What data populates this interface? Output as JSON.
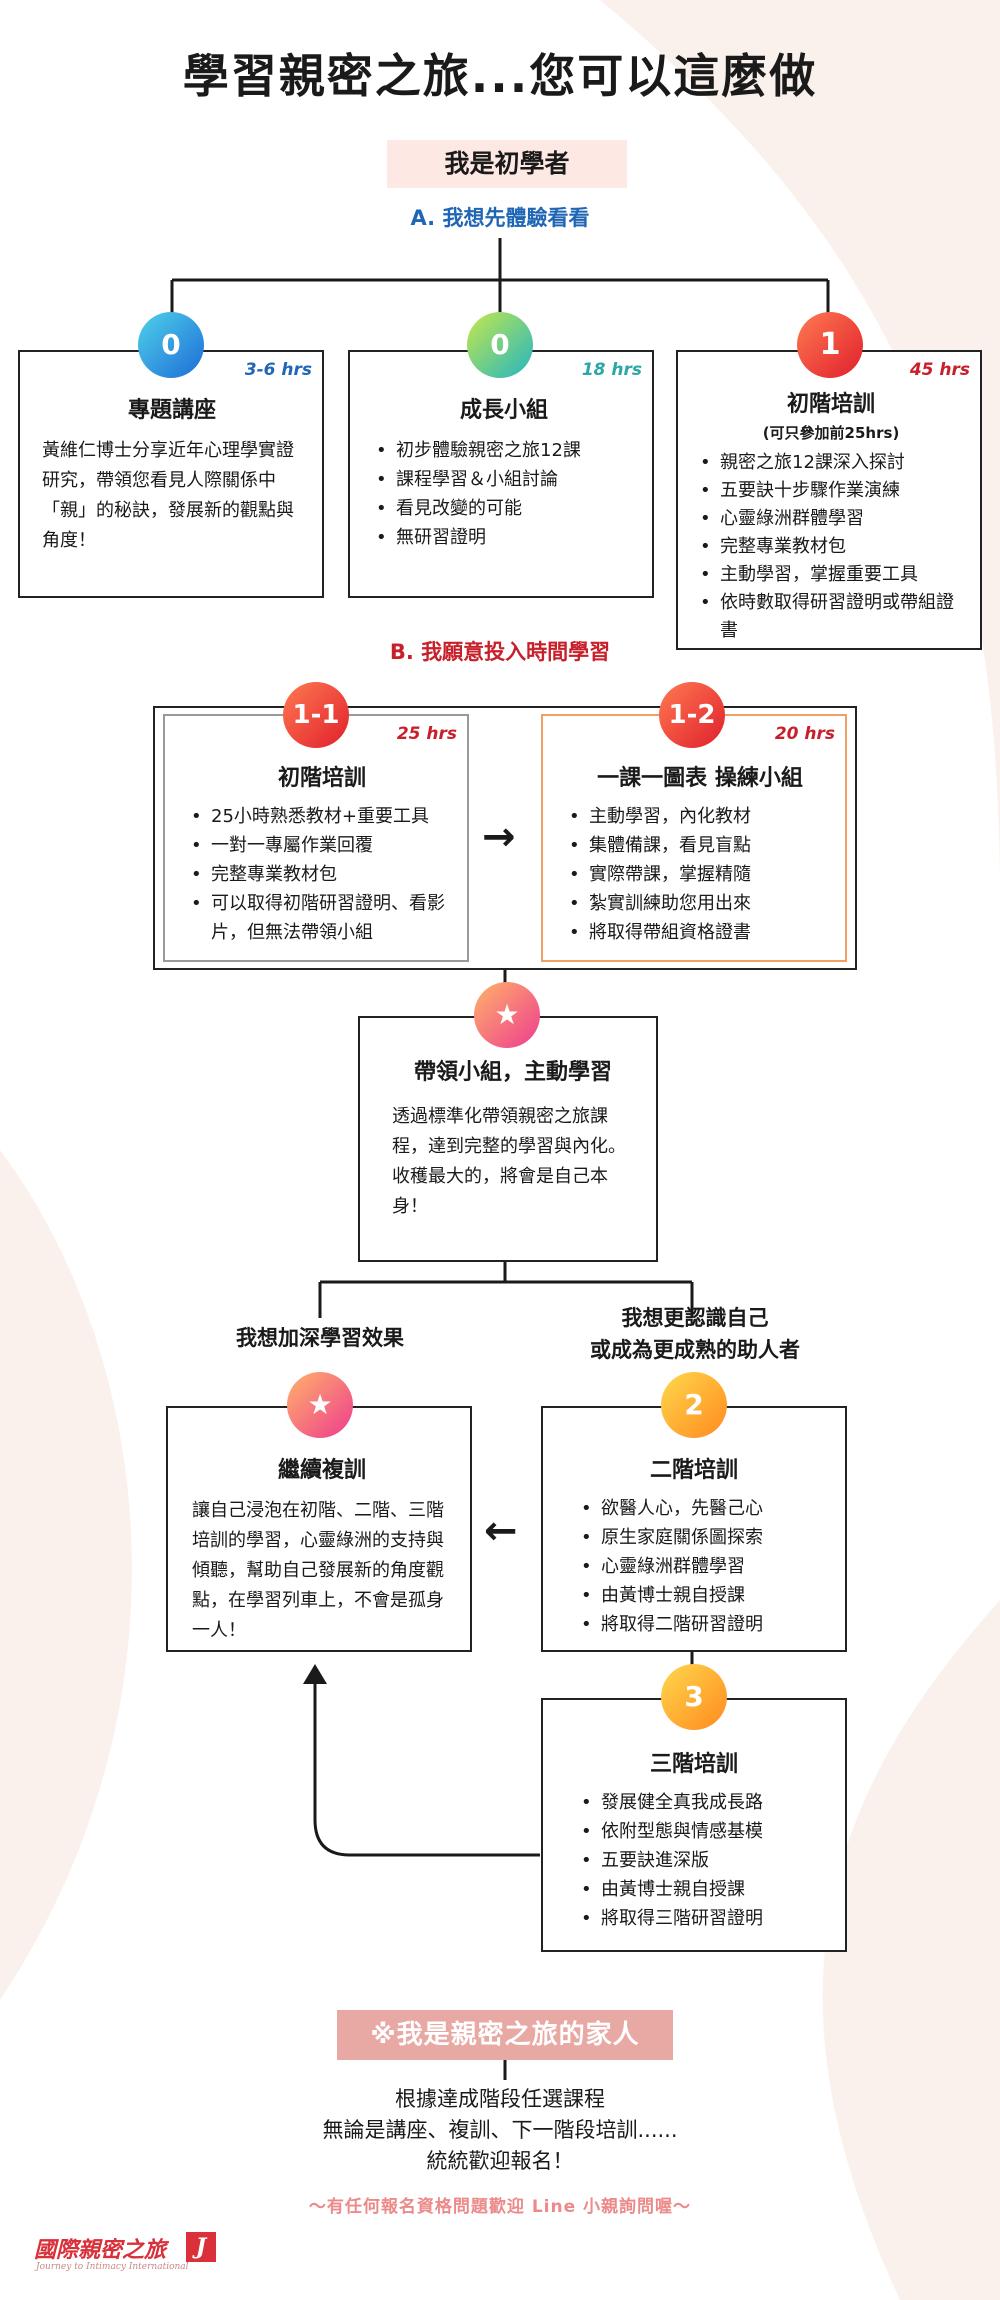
{
  "title": "學習親密之旅...您可以這麼做",
  "beginner": {
    "label": "我是初學者",
    "subheading_a": "A. 我想先體驗看看",
    "subheading_b": "B. 我願意投入時間學習"
  },
  "top_cards": [
    {
      "badge": "0",
      "hours": "3-6 hrs",
      "title": "專題講座",
      "body": "黃維仁博士分享近年心理學實證研究，帶領您看見人際關係中「親」的秘訣，發展新的觀點與角度！"
    },
    {
      "badge": "0",
      "hours": "18 hrs",
      "title": "成長小組",
      "items": [
        "初步體驗親密之旅12課",
        "課程學習＆小組討論",
        "看見改變的可能",
        "無研習證明"
      ]
    },
    {
      "badge": "1",
      "hours": "45 hrs",
      "title": "初階培訓",
      "subtitle": "(可只參加前25hrs)",
      "items": [
        "親密之旅12課深入探討",
        "五要訣十步驟作業演練",
        "心靈綠洲群體學習",
        "完整專業教材包",
        "主動學習，掌握重要工具",
        "依時數取得研習證明或帶組證書"
      ]
    }
  ],
  "mid_cards": [
    {
      "badge": "1-1",
      "hours": "25 hrs",
      "title": "初階培訓",
      "items": [
        "25小時熟悉教材+重要工具",
        "一對一專屬作業回覆",
        "完整專業教材包",
        "可以取得初階研習證明、看影片，但無法帶領小組"
      ]
    },
    {
      "badge": "1-2",
      "hours": "20 hrs",
      "title": "一課一圖表 操練小組",
      "items": [
        "主動學習，內化教材",
        "集體備課，看見盲點",
        "實際帶課，掌握精隨",
        "紮實訓練助您用出來",
        "將取得帶組資格證書"
      ]
    }
  ],
  "leader_card": {
    "badge": "★",
    "title": "帶領小組，主動學習",
    "body": "透過標準化帶領親密之旅課程，達到完整的學習與內化。收穫最大的，將會是自己本身！"
  },
  "branches": {
    "left": "我想加深學習效果",
    "right_line1": "我想更認識自己",
    "right_line2": "或成為更成熟的助人者"
  },
  "review_card": {
    "badge": "★",
    "title": "繼續複訓",
    "body": "讓自己浸泡在初階、二階、三階培訓的學習，心靈綠洲的支持與傾聽，幫助自己發展新的角度觀點，在學習列車上，不會是孤身一人！"
  },
  "level2_card": {
    "badge": "2",
    "title": "二階培訓",
    "items": [
      "欲醫人心，先醫己心",
      "原生家庭關係圖探索",
      "心靈綠洲群體學習",
      "由黃博士親自授課",
      "將取得二階研習證明"
    ]
  },
  "level3_card": {
    "badge": "3",
    "title": "三階培訓",
    "items": [
      "發展健全真我成長路",
      "依附型態與情感基模",
      "五要訣進深版",
      "由黃博士親自授課",
      "將取得三階研習證明"
    ]
  },
  "family": {
    "label": "※我是親密之旅的家人",
    "line1": "根據達成階段任選課程",
    "line2": "無論是講座、複訓、下一階段培訓......",
    "line3": "統統歡迎報名！"
  },
  "contact": "～有任何報名資格問題歡迎 Line 小親詢問喔～",
  "logo": {
    "name": "國際親密之旅",
    "tagline": "Journey to Intimacy International",
    "mark": "J"
  },
  "colors": {
    "blue_heading": "#1f66b5",
    "red_heading": "#c8202a",
    "pill_bg": "#fde8e4",
    "family_bg": "#e8a8a4",
    "contact_text": "#ec8a8a",
    "card_1_2_border": "#f0a060"
  },
  "icons": {
    "arrow_right": "→",
    "arrow_left": "←",
    "star": "★"
  }
}
